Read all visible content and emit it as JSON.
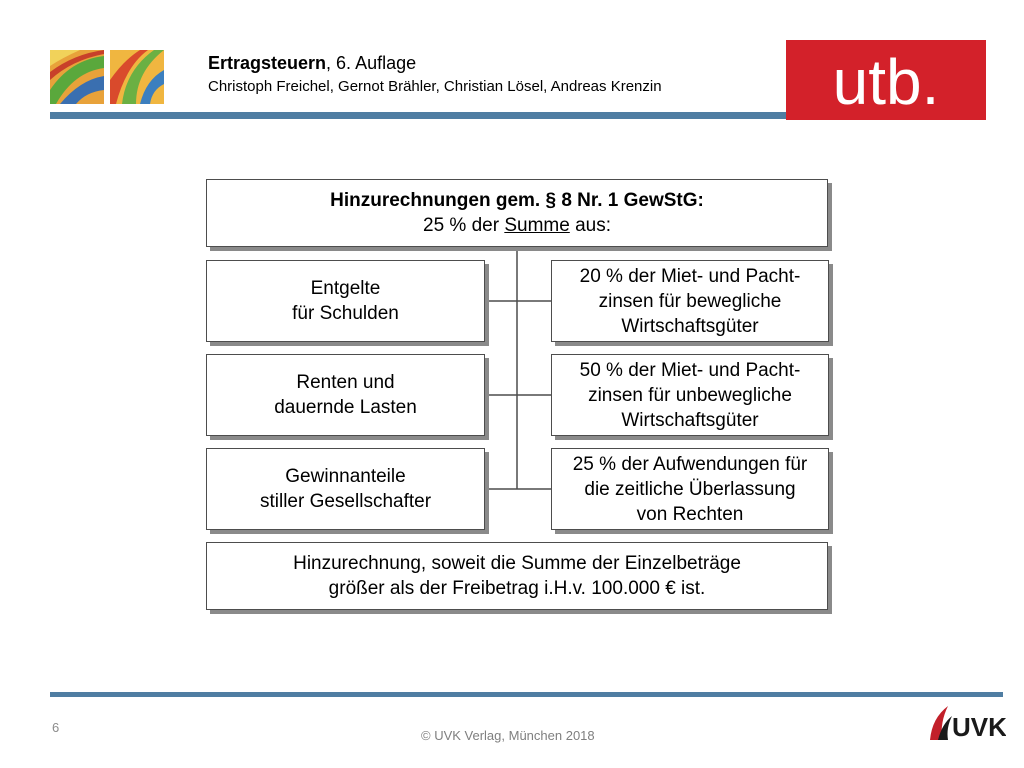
{
  "header": {
    "title_bold": "Ertragsteuern",
    "title_rest": ", 6. Auflage",
    "authors": "Christoph Freichel, Gernot Brähler, Christian Lösel, Andreas Krenzin",
    "logo_text": "utb.",
    "logo_color": "#d3212a",
    "rule_color": "#4f7da2"
  },
  "diagram": {
    "top": {
      "line1": "Hinzurechnungen gem. § 8 Nr. 1 GewStG:",
      "line2_pre": "25 % der ",
      "line2_underlined": "Summe",
      "line2_post": " aus:"
    },
    "left_items": [
      {
        "line1": "Entgelte",
        "line2": "für Schulden"
      },
      {
        "line1": "Renten und",
        "line2": "dauernde Lasten"
      },
      {
        "line1": "Gewinnanteile",
        "line2": "stiller Gesellschafter"
      }
    ],
    "right_items": [
      {
        "line1": "20 % der Miet- und Pacht-",
        "line2": "zinsen für bewegliche",
        "line3": "Wirtschaftsgüter"
      },
      {
        "line1": "50 % der Miet- und Pacht-",
        "line2": "zinsen für unbewegliche",
        "line3": "Wirtschaftsgüter"
      },
      {
        "line1": "25 % der Aufwendungen für",
        "line2": "die zeitliche Überlassung",
        "line3": "von Rechten"
      }
    ],
    "bottom": {
      "line1": "Hinzurechnung, soweit die Summe der Einzelbeträge",
      "line2": "größer als der Freibetrag i.H.v. 100.000 € ist."
    }
  },
  "footer": {
    "page_number": "6",
    "copyright": "© UVK Verlag, München 2018",
    "logo_text": "UVK"
  }
}
